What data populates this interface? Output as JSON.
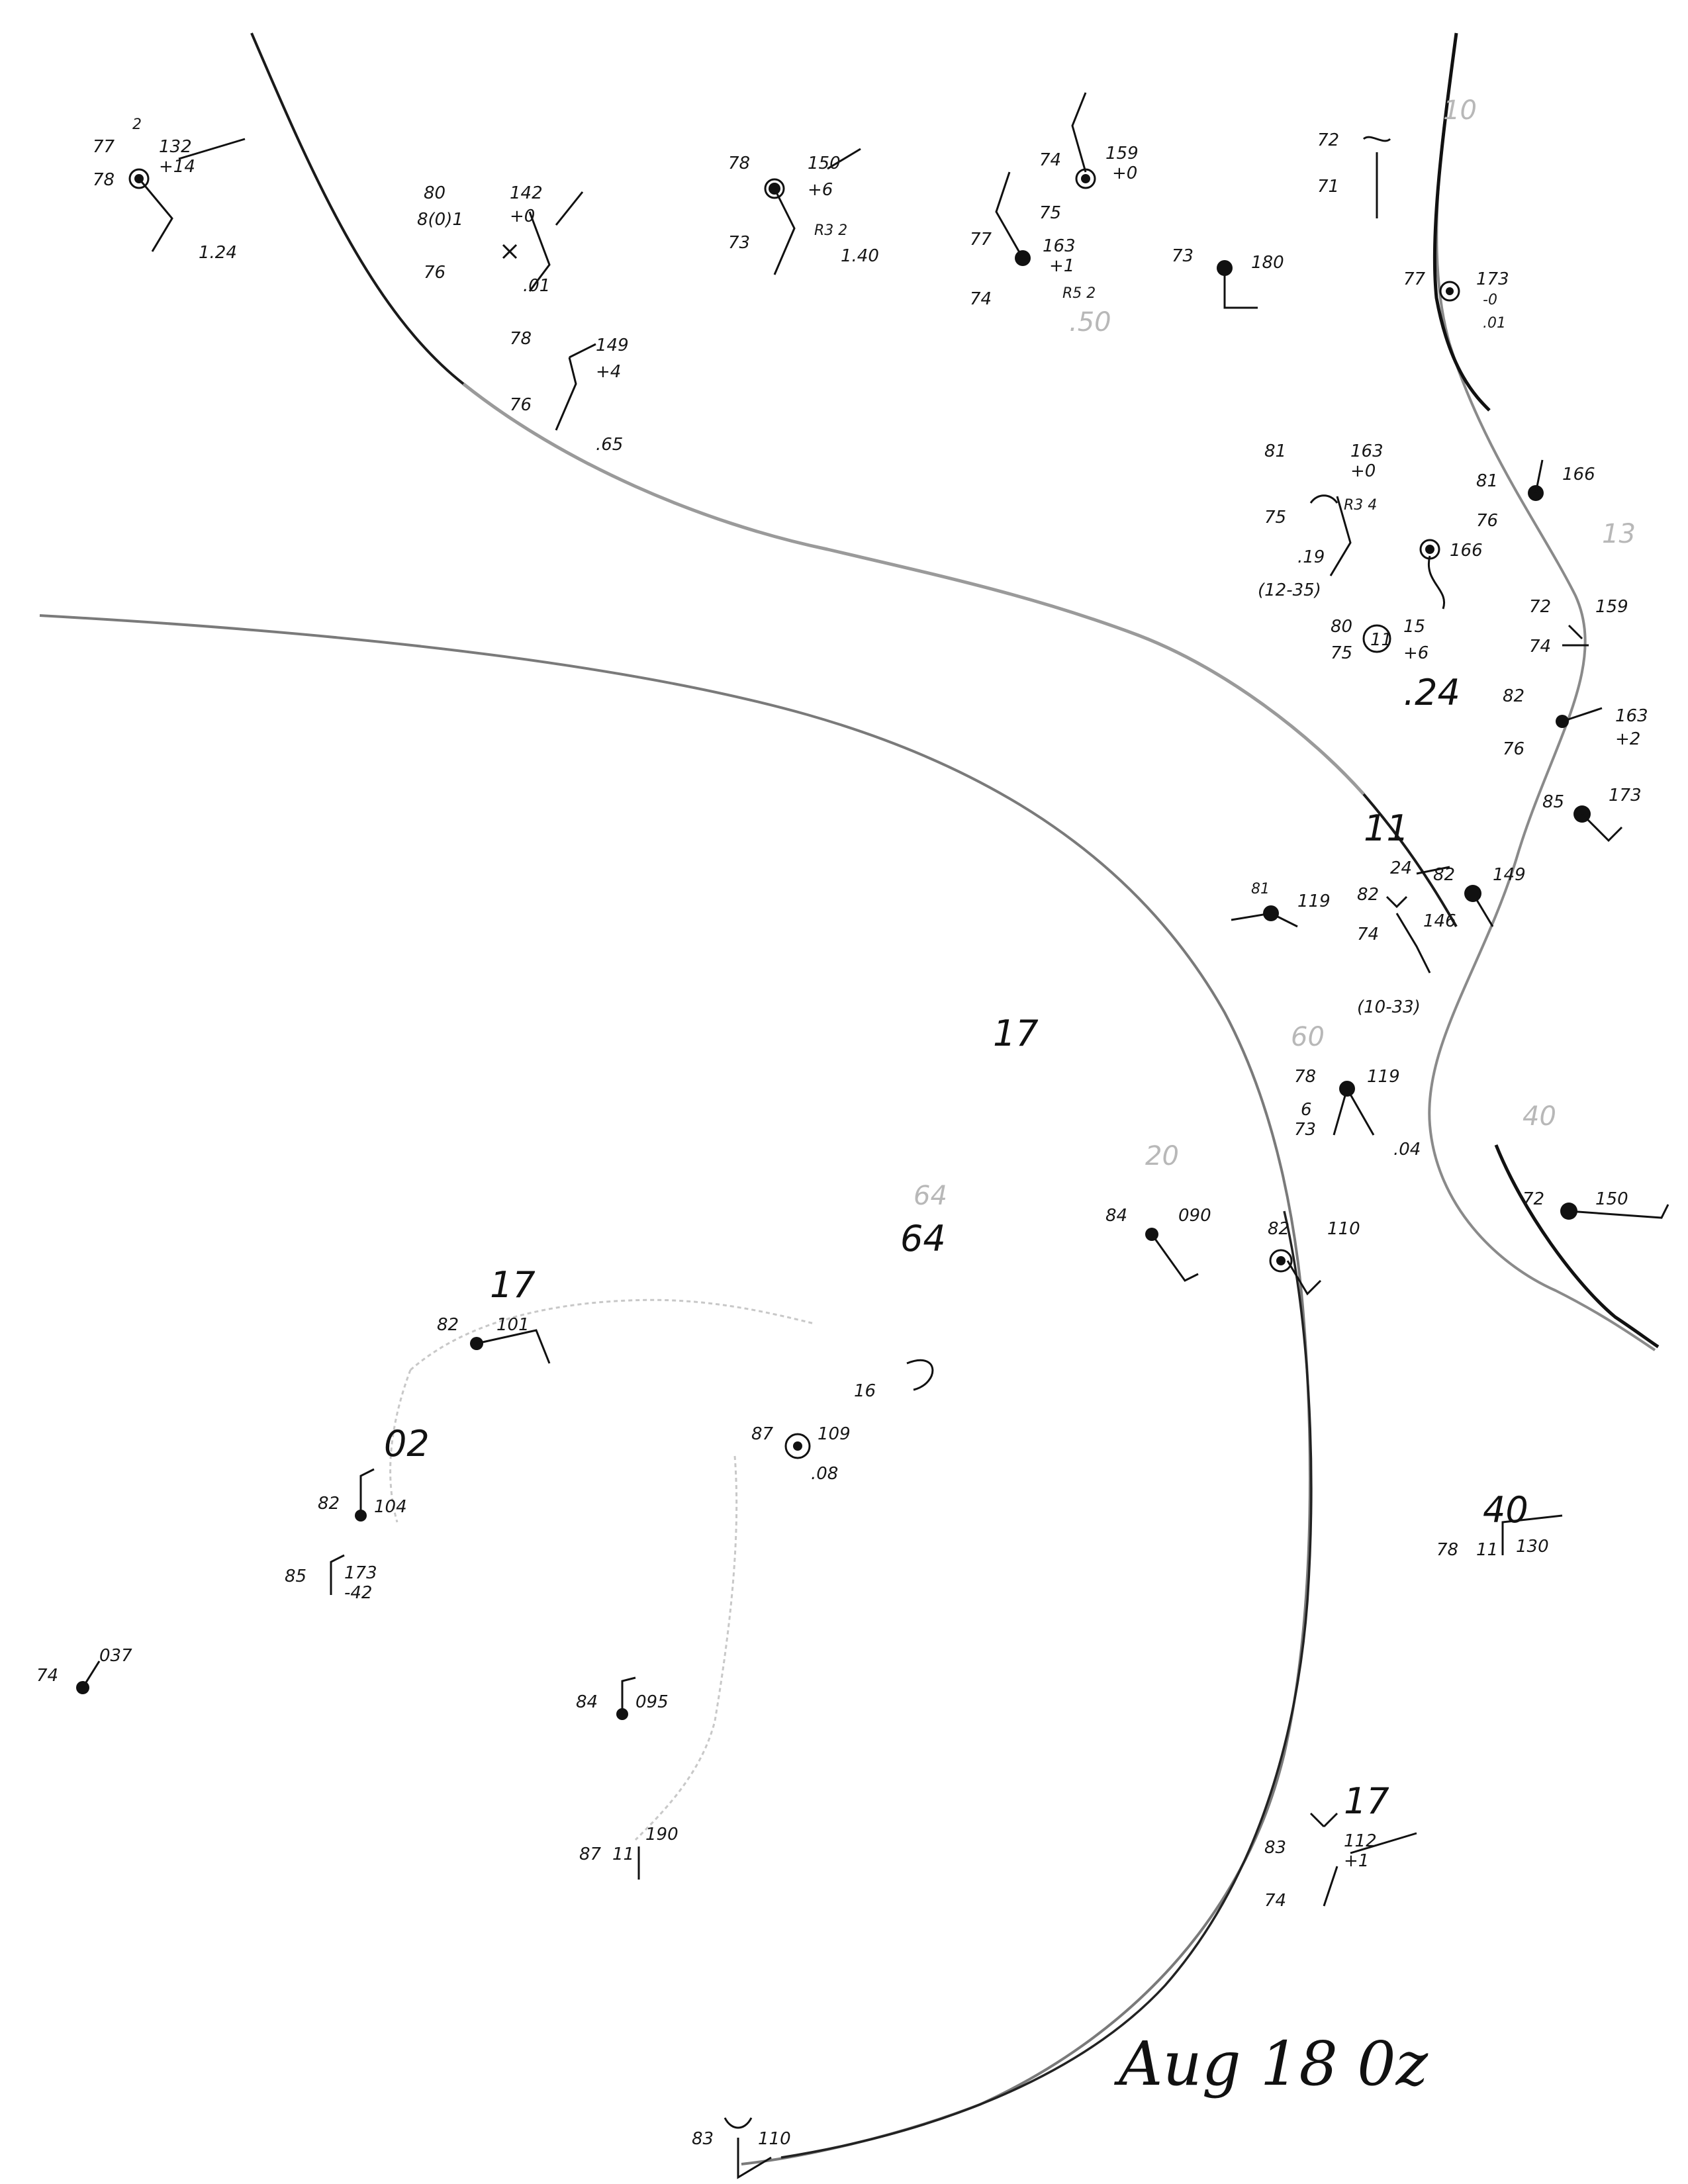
{
  "map_title": "Aug 18 0z",
  "colors": {
    "ink": "#111111",
    "pencil": "#9a9a9a",
    "faint": "#b8b8b8",
    "paper": "#ffffff"
  },
  "isobar_labels": {
    "i17a": "17",
    "i17b": "17",
    "i17c": "17",
    "i11": "11",
    "i40a": "40",
    "i40b": "40",
    "i02": "02",
    "i20": "20",
    "i60": "60",
    "i64": "64",
    "i13": "13",
    "i10": "10"
  },
  "stations": {
    "s1": {
      "temp": "77",
      "dew": "78",
      "pressure": "132",
      "tend": "+14",
      "precip": "1.24",
      "extra": "2"
    },
    "s2": {
      "temp": "80",
      "dew": "76",
      "pressure": "142",
      "tend": "+0",
      "precip": ".01",
      "vis": "8(0)1"
    },
    "s3": {
      "temp": "78",
      "dew": "76",
      "pressure": "149",
      "tend": "+4",
      "precip": ".65"
    },
    "s4": {
      "temp": "78",
      "dew": "73",
      "pressure": "150",
      "tend": "+6",
      "precip": "1.40",
      "extra": "R3 2"
    },
    "s5": {
      "temp": "77",
      "dew": "74",
      "pressure": "163",
      "tend": "+1",
      "precip": ".50",
      "extra": "R5 2"
    },
    "s6": {
      "temp": "74",
      "dew": "75",
      "pressure": "159",
      "tend": "+0"
    },
    "s7": {
      "temp": "72",
      "dew": "71",
      "pressure": ""
    },
    "s8": {
      "temp": "73",
      "dew": "",
      "pressure": "180"
    },
    "s9": {
      "temp": "77",
      "dew": "",
      "pressure": "173",
      "tend": "-0",
      "precip": ".01"
    },
    "s10": {
      "temp": "81",
      "dew": "75",
      "pressure": "163",
      "tend": "+0",
      "precip": ".19",
      "extra": "R3 4"
    },
    "s11": {
      "temp": "81",
      "dew": "76",
      "pressure": "166"
    },
    "s12": {
      "temp": "",
      "dew": "",
      "pressure": "166",
      "note": "(12-35)"
    },
    "s13": {
      "temp": "80",
      "dew": "75",
      "pressure": "15",
      "tend": "+6",
      "precip": ".24"
    },
    "s14": {
      "temp": "72",
      "dew": "74",
      "pressure": "159"
    },
    "s15": {
      "temp": "82",
      "dew": "76",
      "pressure": "163",
      "tend": "+2"
    },
    "s16": {
      "temp": "85",
      "dew": "",
      "pressure": "173"
    },
    "s17": {
      "temp": "82",
      "dew": "74",
      "pressure": "146",
      "note": "(10-33)",
      "extra": "24"
    },
    "s18": {
      "temp": "81",
      "dew": "",
      "pressure": "119"
    },
    "s19": {
      "temp": "82",
      "dew": "",
      "pressure": "149"
    },
    "s20": {
      "temp": "78",
      "dew": "73",
      "pressure": "119",
      "precip": ".04",
      "vis": "6"
    },
    "s21": {
      "temp": "72",
      "dew": "",
      "pressure": "150"
    },
    "s22": {
      "temp": "84",
      "dew": "",
      "pressure": "090"
    },
    "s23": {
      "temp": "82",
      "dew": "",
      "pressure": "110"
    },
    "s24": {
      "temp": "82",
      "dew": "",
      "pressure": "101"
    },
    "s25": {
      "temp": "87",
      "dew": "",
      "pressure": "109",
      "precip": ".08"
    },
    "s26": {
      "temp": "82",
      "dew": "",
      "pressure": "104"
    },
    "s27": {
      "temp": "85",
      "dew": "",
      "pressure": "173",
      "tend": "-42"
    },
    "s28": {
      "temp": "74",
      "dew": "",
      "pressure": "037"
    },
    "s29": {
      "temp": "84",
      "dew": "",
      "pressure": "095"
    },
    "s30": {
      "temp": "87",
      "dew": "11",
      "pressure": "190"
    },
    "s31": {
      "temp": "78",
      "dew": "11",
      "pressure": "130"
    },
    "s32": {
      "temp": "83",
      "dew": "74",
      "pressure": "112",
      "tend": "+1"
    },
    "s33": {
      "temp": "83",
      "dew": "",
      "pressure": "110"
    }
  },
  "misc_labels": {
    "gulf_mark": "64",
    "gulf_scrawl": "16"
  }
}
